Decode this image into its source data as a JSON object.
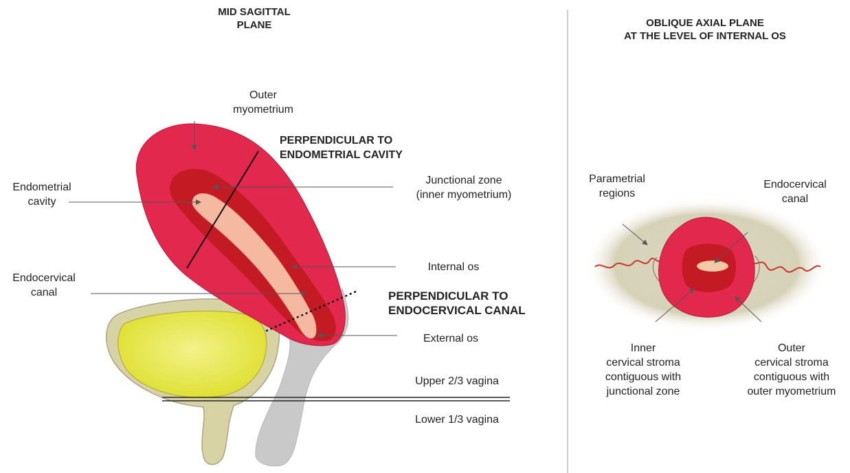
{
  "left_panel": {
    "title_line1": "MID SAGITTAL",
    "title_line2": "PLANE",
    "labels": {
      "outer_myometrium_1": "Outer",
      "outer_myometrium_2": "myometrium",
      "endometrial_cavity_1": "Endometrial",
      "endometrial_cavity_2": "cavity",
      "endocervical_canal_1": "Endocervical",
      "endocervical_canal_2": "canal",
      "junctional_zone_1": "Junctional zone",
      "junctional_zone_2": "(inner myometrium)",
      "internal_os": "Internal os",
      "external_os": "External os",
      "upper_vagina": "Upper 2/3 vagina",
      "lower_vagina": "Lower 1/3 vagina"
    },
    "plane_labels": {
      "perp_endometrial_1": "PERPENDICULAR TO",
      "perp_endometrial_2": "ENDOMETRIAL CAVITY",
      "perp_endocervical_1": "PERPENDICULAR TO",
      "perp_endocervical_2": "ENDOCERVICAL CANAL"
    }
  },
  "right_panel": {
    "title_line1": "OBLIQUE AXIAL PLANE",
    "title_line2": "AT THE LEVEL OF INTERNAL OS",
    "labels": {
      "parametrial_1": "Parametrial",
      "parametrial_2": "regions",
      "endocervical_1": "Endocervical",
      "endocervical_2": "canal",
      "inner_stroma_1": "Inner",
      "inner_stroma_2": "cervical stroma",
      "inner_stroma_3": "contiguous with",
      "inner_stroma_4": "junctional zone",
      "outer_stroma_1": "Outer",
      "outer_stroma_2": "cervical stroma",
      "outer_stroma_3": "contiguous with",
      "outer_stroma_4": "outer myometrium"
    }
  },
  "colors": {
    "outer_myometrium": "#e3284e",
    "junctional_zone": "#c41a24",
    "endometrium": "#f4b9a0",
    "bladder_wall": "#d8d3a4",
    "bladder_fill": "#e3e33a",
    "cervix_grey": "#c9c9c9",
    "parametrium": "#d9d5bd",
    "parametrial_vessel": "#c8362a"
  }
}
